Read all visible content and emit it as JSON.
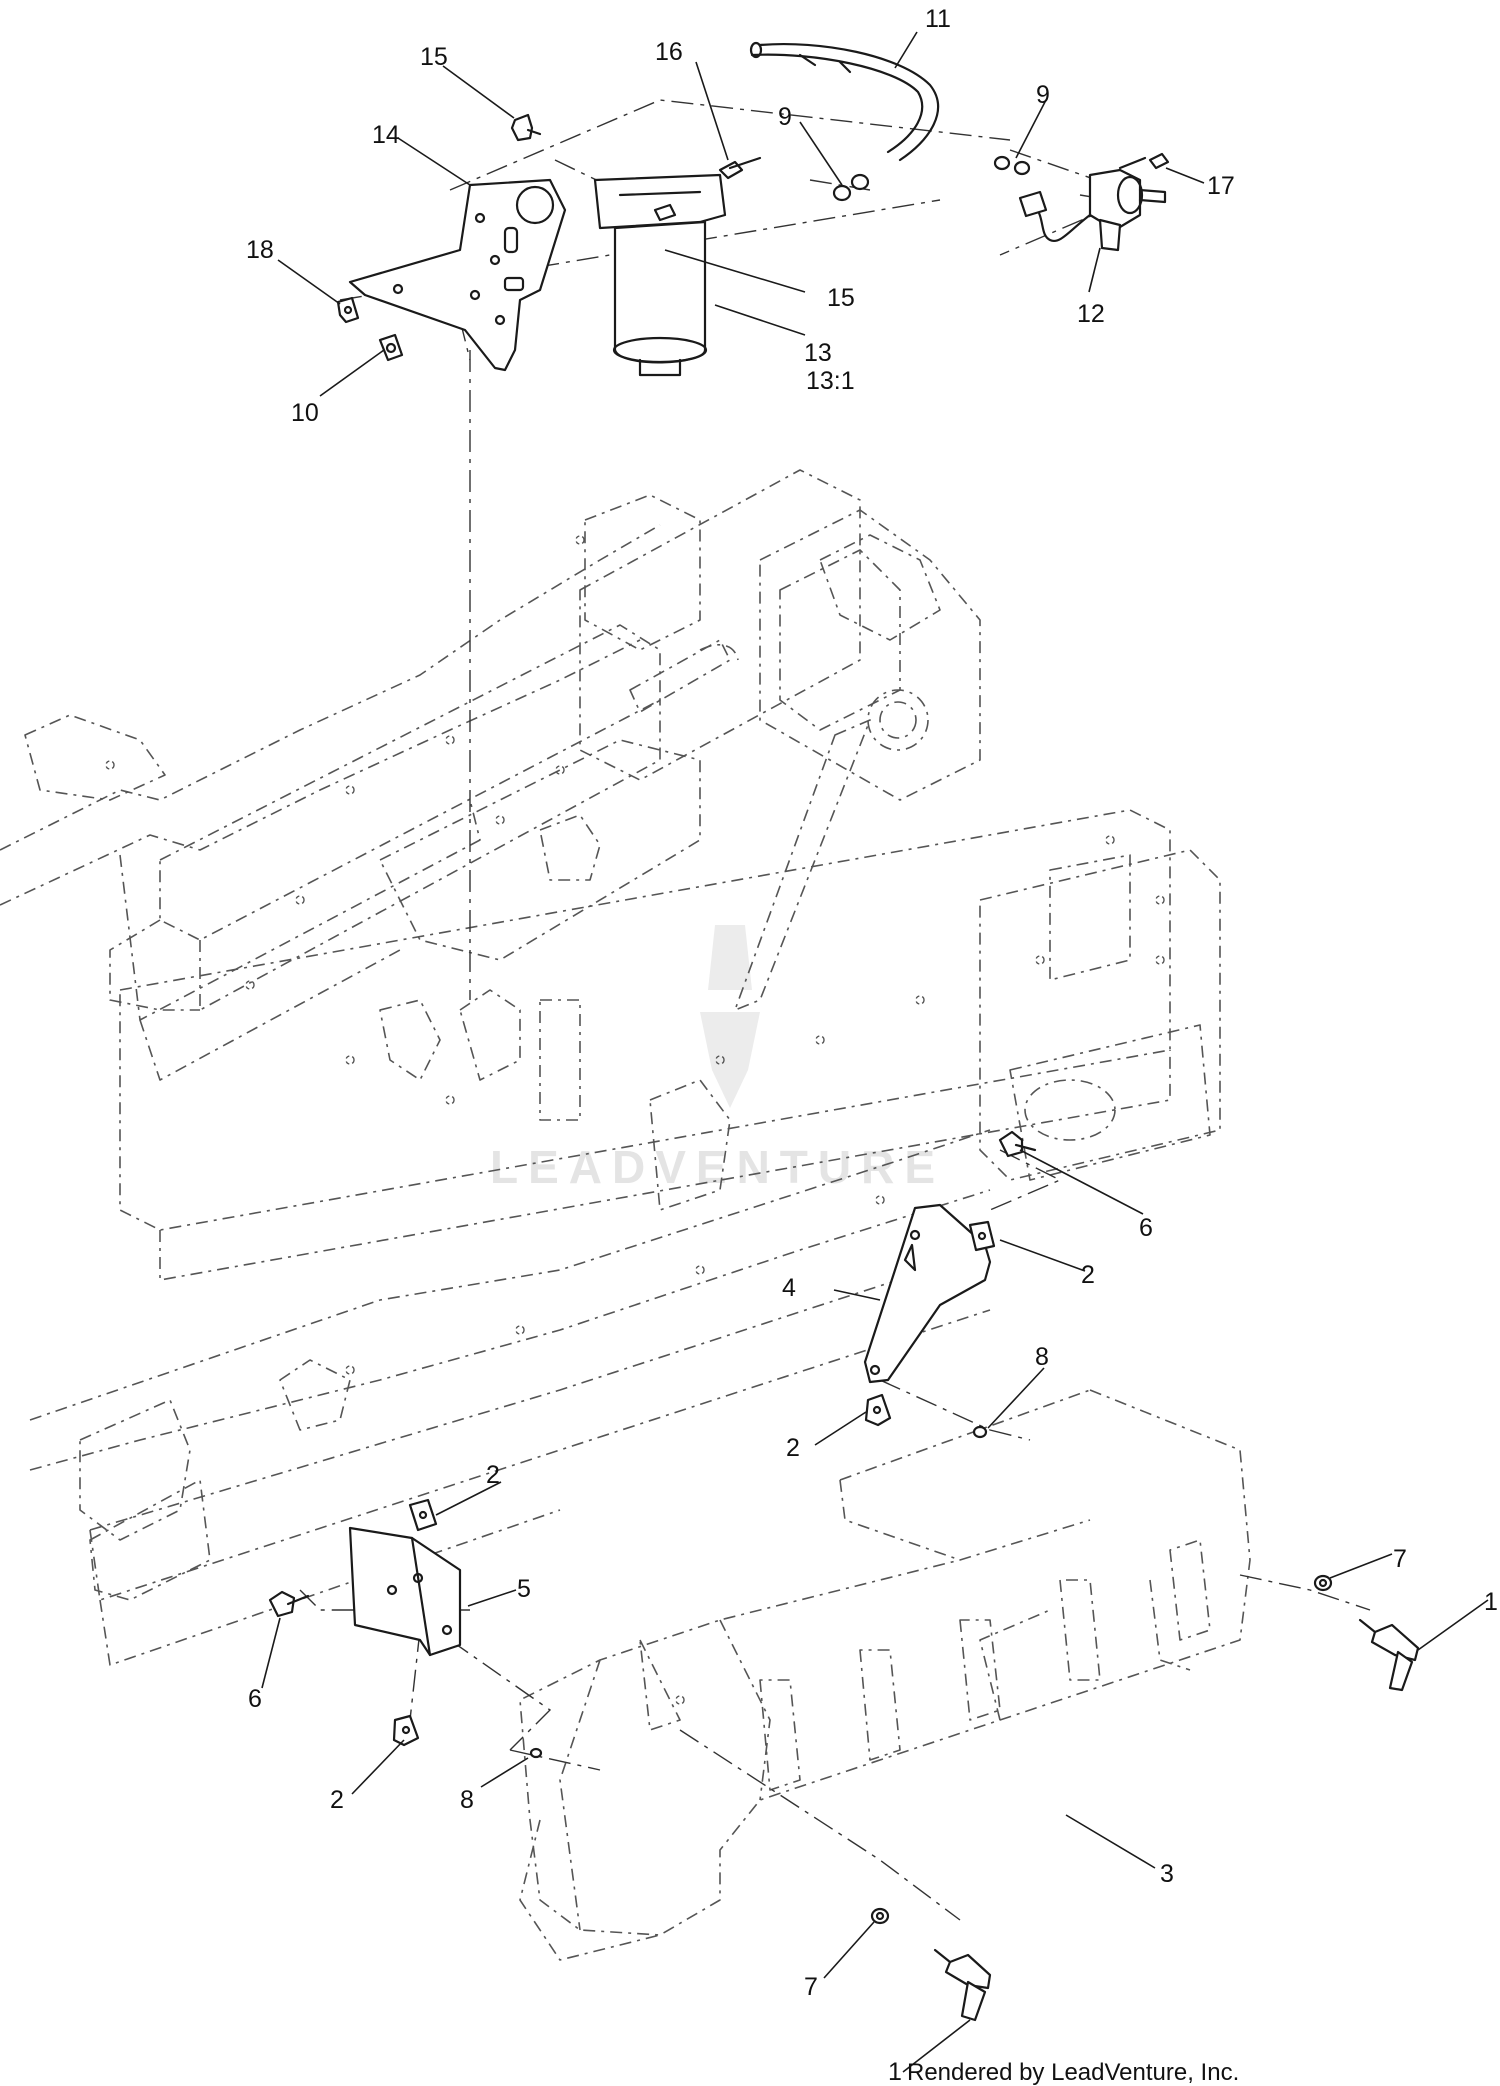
{
  "callouts": {
    "c1a": "1",
    "c1b": "1",
    "c2a": "2",
    "c2b": "2",
    "c2c": "2",
    "c2d": "2",
    "c3": "3",
    "c4": "4",
    "c5": "5",
    "c6a": "6",
    "c6b": "6",
    "c7a": "7",
    "c7b": "7",
    "c8a": "8",
    "c8b": "8",
    "c9a": "9",
    "c9b": "9",
    "c10": "10",
    "c11": "11",
    "c12": "12",
    "c13": "13",
    "c13sub": "13:1",
    "c14": "14",
    "c15a": "15",
    "c15b": "15",
    "c16": "16",
    "c17": "17",
    "c18": "18"
  },
  "watermark": "LEADVENTURE",
  "credit": "Rendered by LeadVenture, Inc.",
  "colors": {
    "line": "#1a1a1a",
    "hidden_line": "#555555",
    "watermark": "#e4e4e4"
  }
}
